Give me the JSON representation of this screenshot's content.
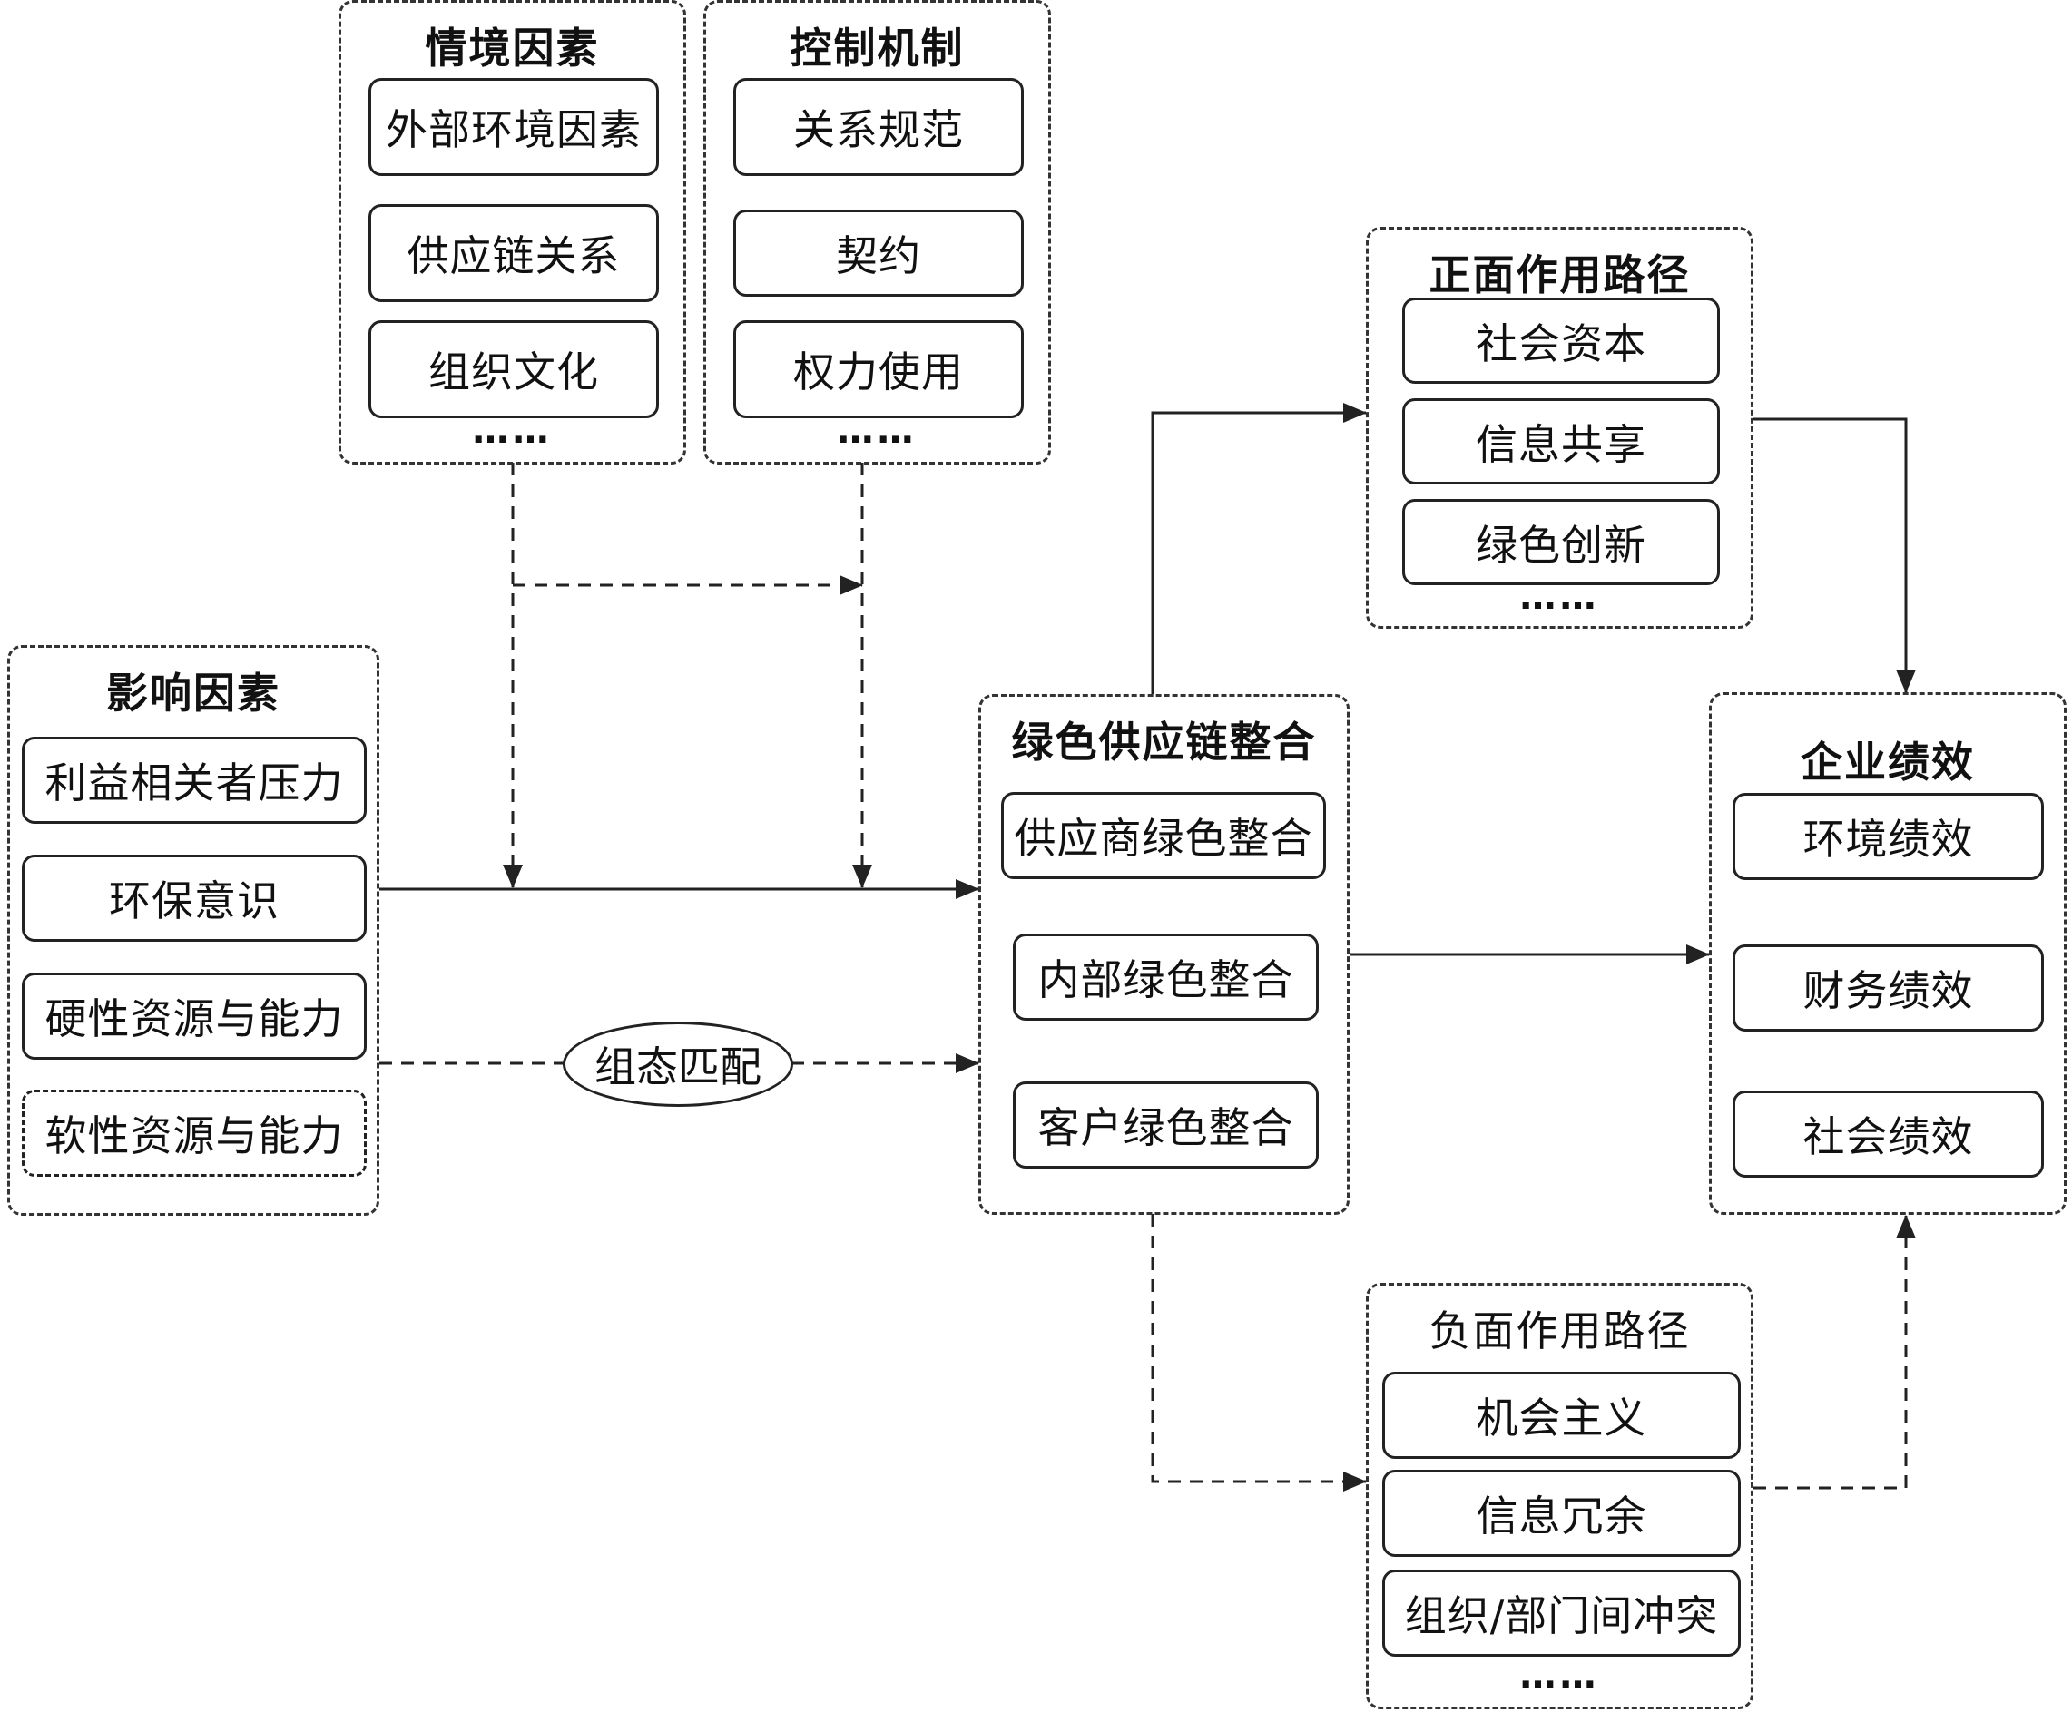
{
  "context": {
    "title": "情境因素",
    "items": [
      "外部环境因素",
      "供应链关系",
      "组织文化"
    ],
    "more": "……"
  },
  "control": {
    "title": "控制机制",
    "items": [
      "关系规范",
      "契约",
      "权力使用"
    ],
    "more": "……"
  },
  "influence": {
    "title": "影响因素",
    "items": [
      "利益相关者压力",
      "环保意识",
      "硬性资源与能力",
      "软性资源与能力"
    ]
  },
  "config_match": "组态匹配",
  "gsci": {
    "title": "绿色供应链整合",
    "items": [
      "供应商绿色整合",
      "内部绿色整合",
      "客户绿色整合"
    ]
  },
  "positive": {
    "title": "正面作用路径",
    "items": [
      "社会资本",
      "信息共享",
      "绿色创新"
    ],
    "more": "……"
  },
  "negative": {
    "title": "负面作用路径",
    "items": [
      "机会主义",
      "信息冗余",
      "组织/部门间冲突"
    ],
    "more": "……"
  },
  "performance": {
    "title": "企业绩效",
    "items": [
      "环境绩效",
      "财务绩效",
      "社会绩效"
    ]
  }
}
